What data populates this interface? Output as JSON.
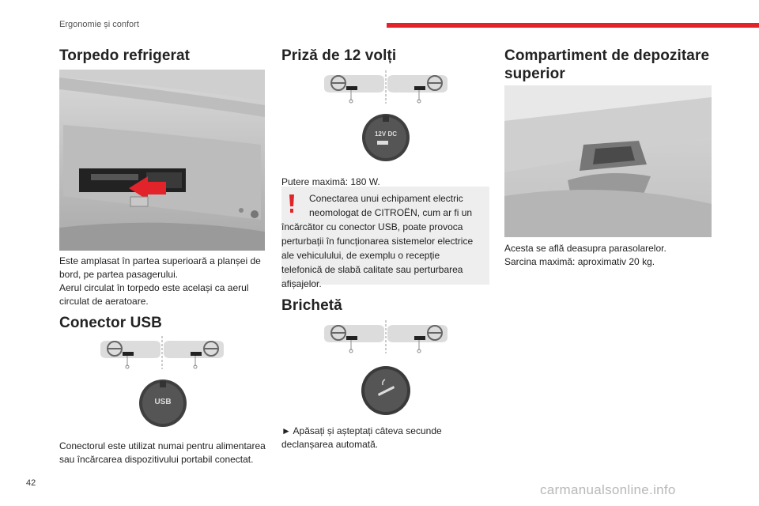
{
  "header": {
    "section": "Ergonomie și confort"
  },
  "page": {
    "number": "42"
  },
  "watermark": "carmanualsonline.info",
  "col1": {
    "title1": "Torpedo refrigerat",
    "text1_lines": [
      "Este amplasat în partea superioară a planșei de",
      "bord, pe partea pasagerului.",
      "Aerul circulat în torpedo este același ca aerul",
      "circulat de aeratoare."
    ],
    "title2": "Conector USB",
    "usb_label": "USB",
    "text2_lines": [
      "Conectorul este utilizat numai pentru alimentarea",
      "sau încărcarea dispozitivului portabil conectat."
    ]
  },
  "col2": {
    "title1": "Priză de 12 volți",
    "socket_label_1": "12V DC",
    "power_text": "Putere maximă: 180 W.",
    "warning_lines": [
      "Conectarea unui echipament electric",
      "neomologat de CITROËN, cum ar fi un",
      "încărcător cu conector USB, poate provoca",
      "perturbații în funcționarea sistemelor electrice",
      "ale vehiculului, de exemplu o recepție",
      "telefonică de slabă calitate sau perturbarea",
      "afișajelor."
    ],
    "title2": "Brichetă",
    "lighter_text_lines": [
      "► Apăsați și așteptați câteva secunde",
      "declanșarea automată."
    ]
  },
  "col3": {
    "title_lines": [
      "Compartiment de depozitare",
      "superior"
    ],
    "text_lines": [
      "Acesta se află deasupra parasolarelor.",
      "Sarcina maximă: aproximativ 20 kg."
    ]
  },
  "icons": [
    "steering-wheel-icon",
    "warning-icon",
    "lighter-icon",
    "arrow-icon"
  ],
  "colors": {
    "accent": "#e3232a",
    "warning_bg": "#eeeeee"
  }
}
